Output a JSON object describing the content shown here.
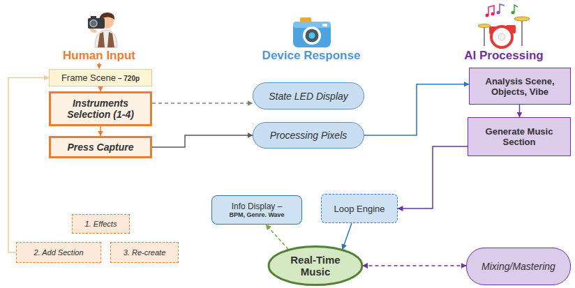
{
  "diagram": {
    "nodes": [
      {
        "text": [
          "Frame Scene",
          "– 720p"
        ]
      },
      {
        "text": [
          "Instruments Selection (1-4)"
        ]
      },
      {
        "text": [
          "Press Capture"
        ]
      },
      {
        "text": [
          "1. Effects"
        ]
      },
      {
        "text": [
          "2. Add Section"
        ]
      },
      {
        "text": [
          "3. Re-create"
        ]
      },
      {
        "text": [
          "State LED Display"
        ]
      },
      {
        "text": [
          "Processing Pixels"
        ]
      },
      {
        "text": [
          "Info Display –",
          "BPM, Genre. Wave"
        ]
      },
      {
        "text": [
          "Loop Engine"
        ]
      },
      {
        "text": [
          "Real-Time Music"
        ]
      },
      {
        "text": [
          "Analysis Scene, Objects, Vibe"
        ]
      },
      {
        "text": [
          "Generate Music Section"
        ]
      },
      {
        "text": [
          "Mixing/Mastering"
        ]
      }
    ],
    "edges": [
      {
        "from": 0,
        "to": 1,
        "arrow": "to"
      },
      {
        "from": 1,
        "to": 2,
        "arrow": "to"
      },
      {
        "from": 1,
        "to": 6,
        "arrow": "to"
      },
      {
        "from": 2,
        "to": 7,
        "arrow": "to"
      },
      {
        "from": 7,
        "to": 11,
        "arrow": "to"
      },
      {
        "from": 11,
        "to": 12,
        "arrow": "to"
      },
      {
        "from": 12,
        "to": 9,
        "arrow": "to"
      },
      {
        "from": 9,
        "to": 10,
        "arrow": "to"
      },
      {
        "from": 10,
        "to": 8,
        "arrow": "to"
      },
      {
        "from": 10,
        "to": 13,
        "arrow": "both"
      },
      {
        "from": 4,
        "to": 0,
        "arrow": "to"
      }
    ],
    "labels": [
      "Human Input",
      "Device Response",
      "AI Processing"
    ]
  }
}
